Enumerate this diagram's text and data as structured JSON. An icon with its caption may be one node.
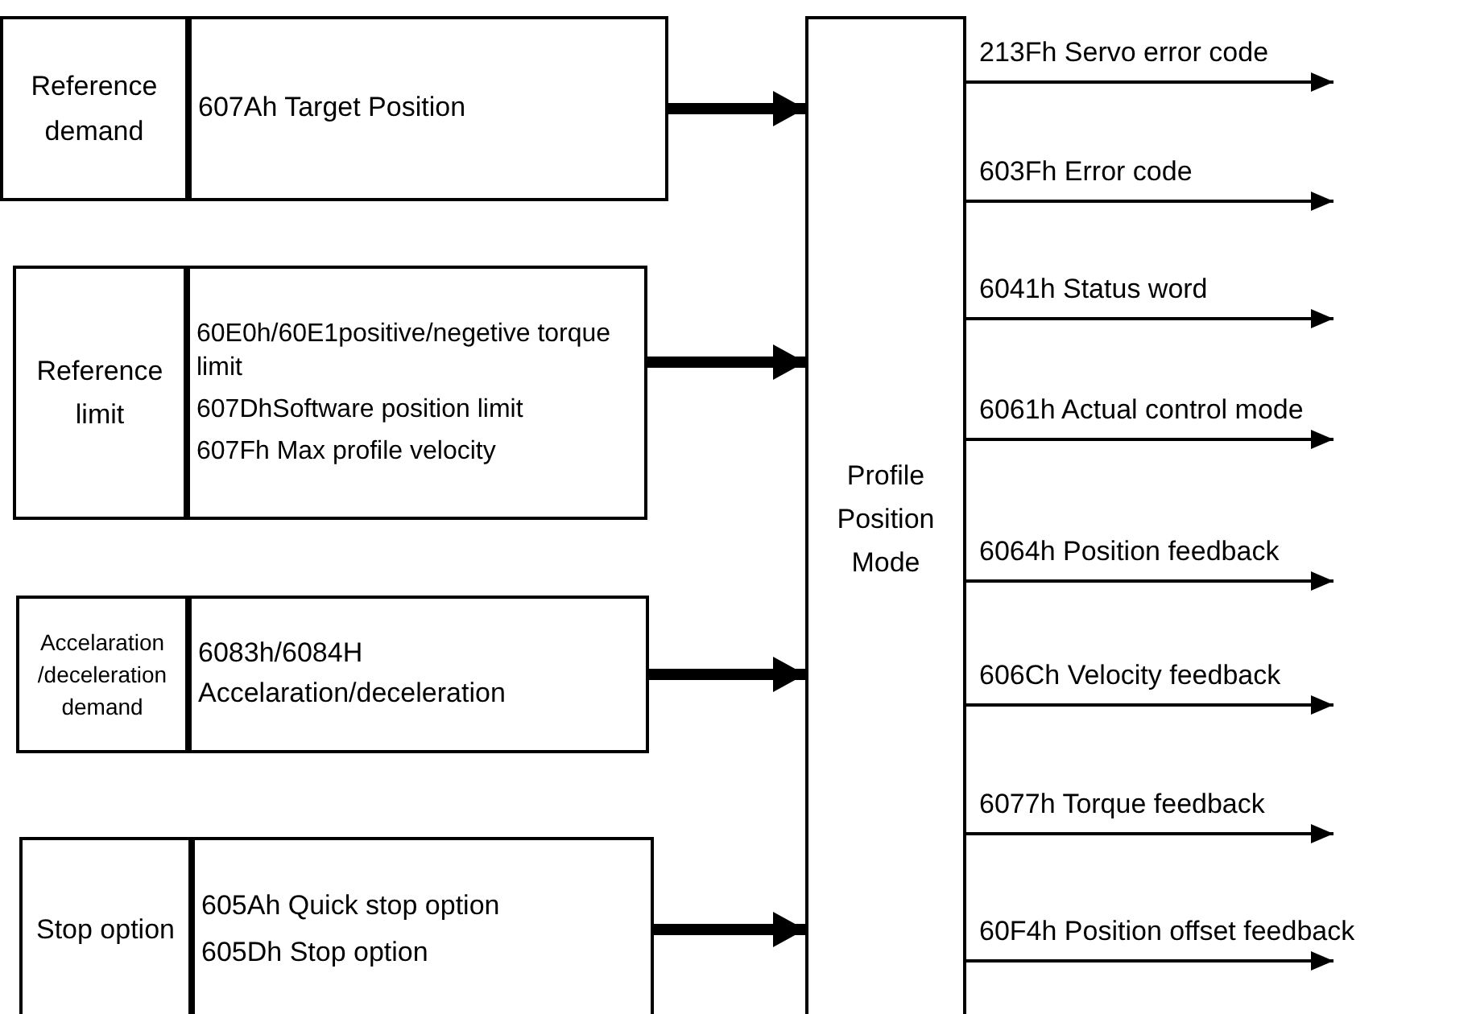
{
  "diagram": {
    "nodes": [
      {
        "text": [
          "Reference demand"
        ]
      },
      {
        "text": [
          "607Ah Target Position"
        ]
      },
      {
        "text": [
          "Reference limit"
        ]
      },
      {
        "text": [
          "60E0h/60E1positive/negetive torque limit",
          "607DhSoftware position limit",
          "607Fh Max profile velocity"
        ]
      },
      {
        "text": [
          "Accelaration /deceleration demand"
        ]
      },
      {
        "text": [
          "6083h/6084H Accelaration/deceleration"
        ]
      },
      {
        "text": [
          "Stop option"
        ]
      },
      {
        "text": [
          "605Ah Quick stop option",
          "605Dh Stop option"
        ]
      },
      {
        "text": [
          "Profile Position Mode"
        ]
      }
    ],
    "edges": [
      {
        "from": 1,
        "to": 8,
        "arrow": "to",
        "style": "thick"
      },
      {
        "from": 3,
        "to": 8,
        "arrow": "to",
        "style": "thick"
      },
      {
        "from": 5,
        "to": 8,
        "arrow": "to",
        "style": "thick"
      },
      {
        "from": 7,
        "to": 8,
        "arrow": "to",
        "style": "thick"
      },
      {
        "from": 8,
        "to": null,
        "arrow": "to",
        "label": "213Fh Servo error code"
      },
      {
        "from": 8,
        "to": null,
        "arrow": "to",
        "label": "603Fh Error code"
      },
      {
        "from": 8,
        "to": null,
        "arrow": "to",
        "label": "6041h Status word"
      },
      {
        "from": 8,
        "to": null,
        "arrow": "to",
        "label": "6061h Actual control mode"
      },
      {
        "from": 8,
        "to": null,
        "arrow": "to",
        "label": "6064h Position feedback"
      },
      {
        "from": 8,
        "to": null,
        "arrow": "to",
        "label": "606Ch Velocity feedback"
      },
      {
        "from": 8,
        "to": null,
        "arrow": "to",
        "label": "6077h Torque feedback"
      },
      {
        "from": 8,
        "to": null,
        "arrow": "to",
        "label": "60F4h Position offset feedback"
      }
    ]
  }
}
